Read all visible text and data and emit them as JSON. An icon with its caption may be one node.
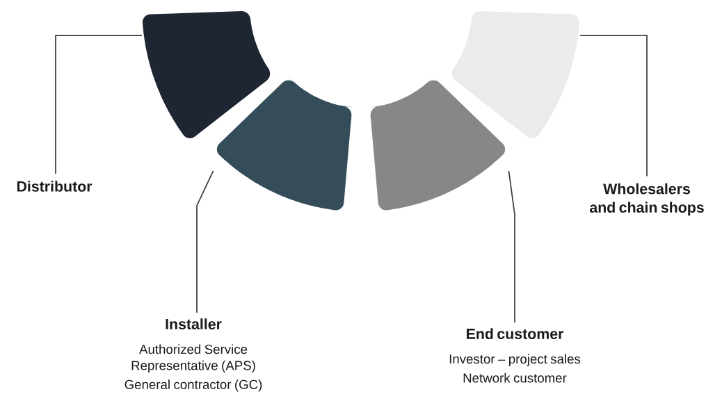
{
  "diagram": {
    "nodes": [
      {
        "text": [],
        "shape": "band"
      },
      {
        "text": [],
        "shape": "band"
      },
      {
        "text": [],
        "shape": "band"
      },
      {
        "text": [],
        "shape": "band"
      },
      {
        "text": [
          "Distributor"
        ]
      },
      {
        "text": [
          "Installer",
          "Authorized Service Representative (APS)",
          "General contractor (GC)"
        ]
      },
      {
        "text": [
          "End customer",
          "Investor – project sales",
          "Network customer"
        ]
      },
      {
        "text": [
          "Wholesalers and chain shops"
        ]
      }
    ],
    "edges": [
      {
        "from": 4,
        "to": 0,
        "arrow": "none"
      },
      {
        "from": 5,
        "to": 1,
        "arrow": "none"
      },
      {
        "from": 6,
        "to": 2,
        "arrow": "none"
      },
      {
        "from": 7,
        "to": 3,
        "arrow": "none"
      }
    ]
  }
}
